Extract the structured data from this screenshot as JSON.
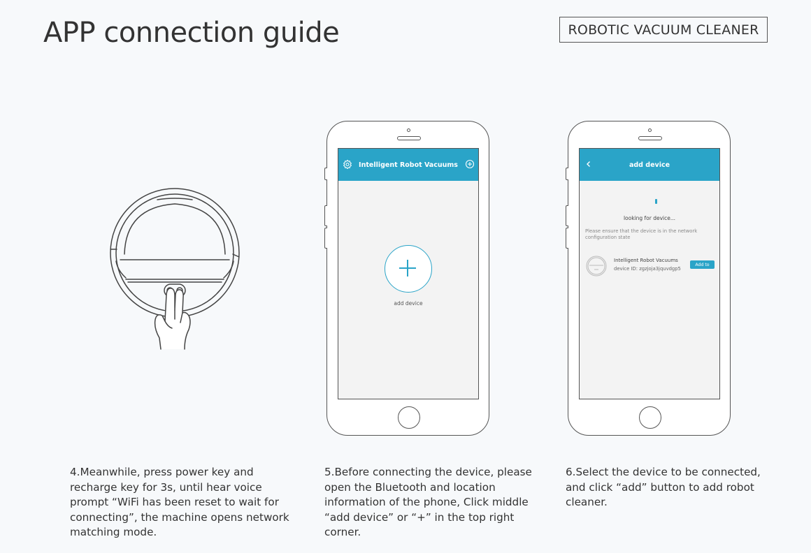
{
  "header": {
    "title": "APP connection guide",
    "badge": "ROBOTIC VACUUM CLEANER"
  },
  "phone1": {
    "app_title": "Intelligent Robot Vacuums",
    "left_icon": "gear-icon",
    "right_icon": "plus-circle-icon",
    "add_device_label": "add device"
  },
  "phone2": {
    "app_title": "add device",
    "left_icon": "chevron-left-icon",
    "status": "looking for device...",
    "notice": "Please ensure that the device is in the network configuration state",
    "device_name": "Intelligent Robot Vacuums",
    "device_id_label": "device ID:",
    "device_id_value": "zgzjoja3jquvdgp5",
    "add_button": "Add to"
  },
  "steps": [
    {
      "text": "4.Meanwhile, press power key and recharge key for 3s, until hear voice prompt “WiFi has been reset to wait for connecting”, the machine opens network matching mode."
    },
    {
      "text": "5.Before connecting the device, please open the Bluetooth and location information of the phone, Click middle “add device” or “+” in the top right corner."
    },
    {
      "text": "6.Select the device to be connected, and click “add” button to add robot cleaner."
    }
  ],
  "colors": {
    "accent": "#2aa4c8",
    "background": "#f7f9fb",
    "text": "#333333"
  }
}
